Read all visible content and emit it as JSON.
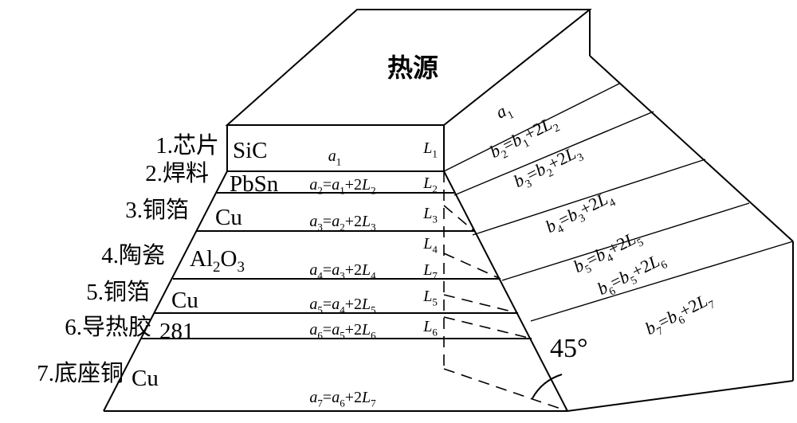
{
  "heat_source": {
    "label": "热源"
  },
  "layers": [
    {
      "name": "1.芯片",
      "material": "SiC",
      "a_formula": [
        "a",
        "1",
        "",
        "",
        ""
      ],
      "thickness": [
        "L",
        "1"
      ]
    },
    {
      "name": "2.焊料",
      "material": "PbSn",
      "a_formula": [
        "a",
        "2",
        "=",
        "a",
        "1",
        "+2",
        "L",
        "2"
      ],
      "thickness": [
        "L",
        "2"
      ]
    },
    {
      "name": "3.铜箔",
      "material": "Cu",
      "a_formula": [
        "a",
        "3",
        "=",
        "a",
        "2",
        "+2",
        "L",
        "3"
      ],
      "thickness": [
        "L",
        "3"
      ]
    },
    {
      "name": "4.陶瓷",
      "material": "Al2O3",
      "a_formula": [
        "a",
        "4",
        "=",
        "a",
        "3",
        "+2",
        "L",
        "4"
      ],
      "thickness": [
        "L",
        "4"
      ]
    },
    {
      "name": "5.铜箔",
      "material": "Cu",
      "a_formula": [
        "a",
        "5",
        "=",
        "a",
        "4",
        "+2",
        "L",
        "5"
      ],
      "thickness": [
        "L",
        "5"
      ]
    },
    {
      "name": "6.导热胶",
      "material": "281",
      "a_formula": [
        "a",
        "6",
        "=",
        "a",
        "5",
        "+2",
        "L",
        "6"
      ],
      "thickness": [
        "L",
        "6"
      ]
    },
    {
      "name": "7.底座铜",
      "material": "Cu",
      "a_formula": [
        "a",
        "7",
        "=",
        "a",
        "6",
        "+2",
        "L",
        "7"
      ],
      "thickness": [
        "L",
        "7"
      ]
    }
  ],
  "side_labels": {
    "top": [
      "a",
      "1"
    ],
    "b": [
      [
        "b",
        "2",
        "=",
        "b",
        "1",
        "+2",
        "L",
        "2"
      ],
      [
        "b",
        "3",
        "=",
        "b",
        "2",
        "+2",
        "L",
        "3"
      ],
      [
        "b",
        "4",
        "=",
        "b",
        "3",
        "+2",
        "L",
        "4"
      ],
      [
        "b",
        "5",
        "=",
        "b",
        "4",
        "+2",
        "L",
        "5"
      ],
      [
        "b",
        "6",
        "=",
        "b",
        "5",
        "+2",
        "L",
        "6"
      ],
      [
        "b",
        "7",
        "=",
        "b",
        "6",
        "+2",
        "L",
        "7"
      ]
    ]
  },
  "angle_label": "45°"
}
